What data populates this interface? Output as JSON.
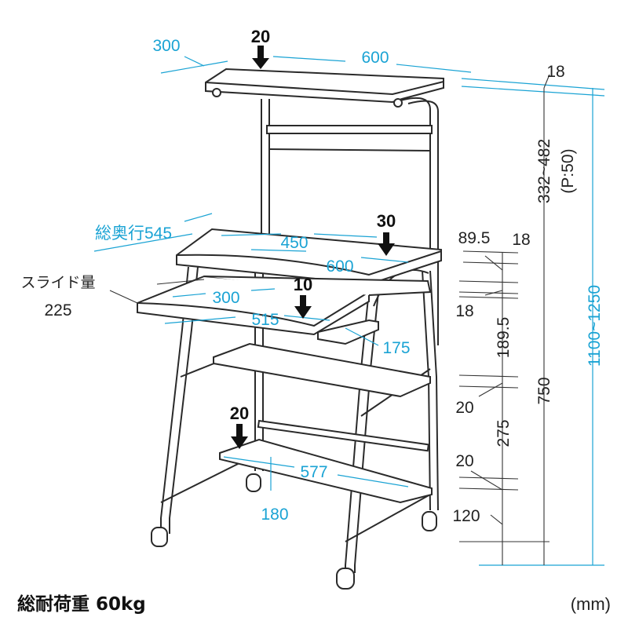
{
  "labels": {
    "top_depth": "300",
    "top_width": "600",
    "top_thickness": "18",
    "upper_height": "332~482",
    "upper_pitch": "(P:50)",
    "total_depth": "総奥行545",
    "desk_depth": "450",
    "desk_width": "600",
    "slide_label": "スライド量",
    "slide_value": "225",
    "kb_depth": "300",
    "kb_width": "515",
    "mouse_width": "175",
    "gap_89": "89.5",
    "desk_thickness": "18",
    "kb_thickness": "18",
    "kb_gap": "189.5",
    "desk_height": "750",
    "total_height": "1100~1250",
    "mid_shelf_thickness": "20",
    "mid_shelf_gap": "275",
    "bottom_shelf_thickness": "20",
    "bottom_width": "577",
    "bottom_depth": "180",
    "bottom_height": "120"
  },
  "loads": {
    "top": "20",
    "desk": "30",
    "keyboard": "10",
    "bottom": "20"
  },
  "caption": {
    "total_load": "総耐荷重 60kg",
    "unit": "(mm)"
  },
  "colors": {
    "dimension": "#1aa3d4",
    "frame": "#2a2a2a"
  }
}
